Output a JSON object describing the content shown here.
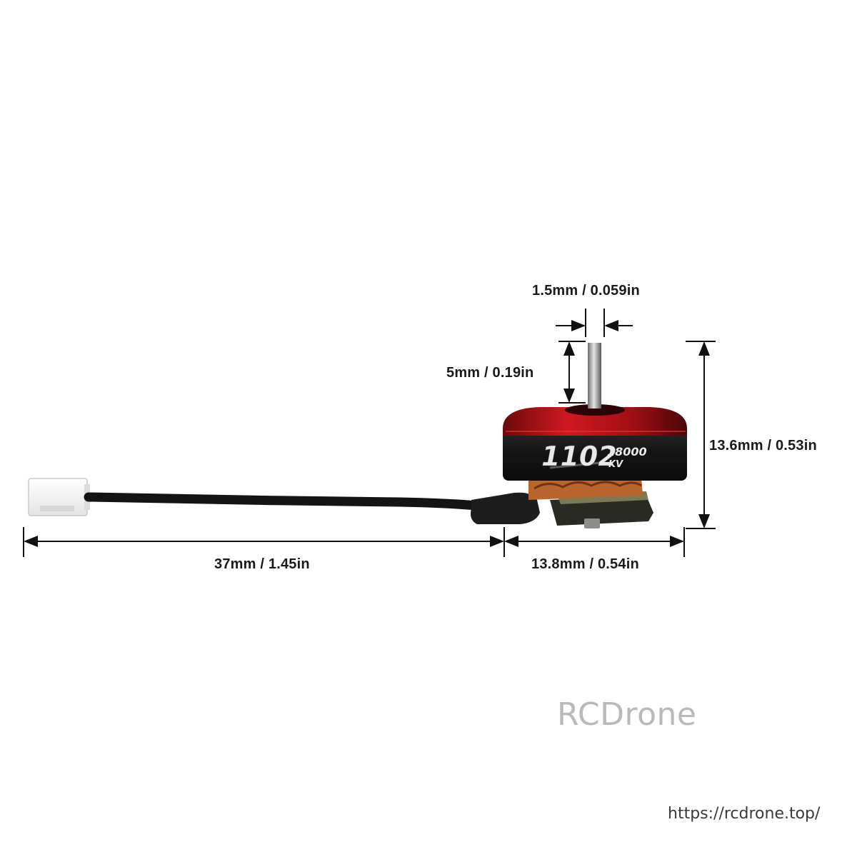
{
  "dimensions": {
    "shaft_diameter": "1.5mm / 0.059in",
    "shaft_length": "5mm / 0.19in",
    "motor_height": "13.6mm / 0.53in",
    "cable_length": "37mm / 1.45in",
    "motor_width": "13.8mm / 0.54in"
  },
  "motor": {
    "model": "1102",
    "kv_value": "18000",
    "kv_unit": "KV"
  },
  "watermark": "RCDrone",
  "url": "https://rcdrone.top/",
  "colors": {
    "bell_red": "#c0141b",
    "body_black": "#1a1a1a",
    "copper": "#b8652e",
    "dimension_line": "#111111"
  }
}
